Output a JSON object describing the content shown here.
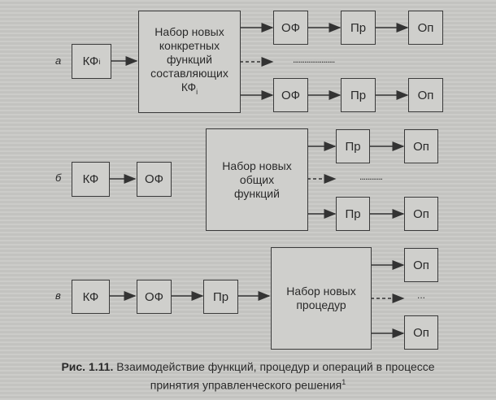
{
  "diagram": {
    "row_a": {
      "label": "а",
      "kf": "КФ",
      "kf_sub": "i",
      "set_box": [
        "Набор новых",
        "конкретных",
        "функций",
        "составляющих",
        "КФ"
      ],
      "set_sub": "i",
      "chains": [
        [
          "ОФ",
          "Пр",
          "Оп"
        ],
        [
          "ОФ",
          "Пр",
          "Оп"
        ]
      ],
      "ellipsis": "......................"
    },
    "row_b": {
      "label": "б",
      "kf": "КФ",
      "of": "ОФ",
      "set_box": [
        "Набор новых",
        "общих",
        "функций"
      ],
      "chains": [
        [
          "Пр",
          "Оп"
        ],
        [
          "Пр",
          "Оп"
        ]
      ],
      "ellipsis": "............"
    },
    "row_v": {
      "label": "в",
      "kf": "КФ",
      "of": "ОФ",
      "pr": "Пр",
      "set_box": [
        "Набор новых",
        "процедур"
      ],
      "outputs": [
        "Оп",
        "Оп"
      ],
      "ellipsis": "..."
    }
  },
  "caption": {
    "number": "Рис. 1.11.",
    "line1": "Взаимодействие функций, процедур и операций в процессе",
    "line2": "принятия управленческого решения",
    "footnote": "1"
  }
}
